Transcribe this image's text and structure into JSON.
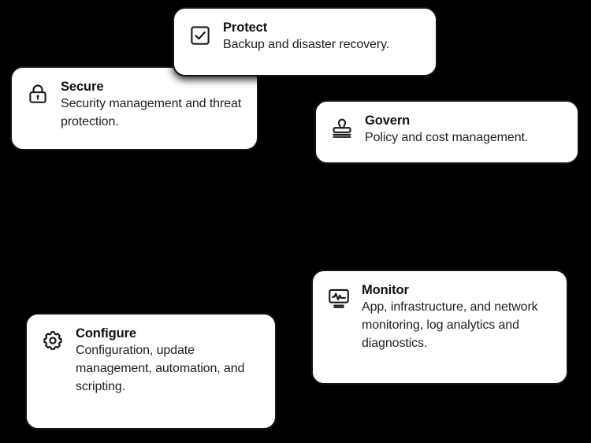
{
  "background_color": "#000000",
  "card_background_color": "#ffffff",
  "card_border_color": "#141414",
  "text_color": "#111111",
  "icon_color": "#1b1b1b",
  "cards": [
    {
      "id": "protect",
      "title": "Protect",
      "description": "Backup and disaster recovery.",
      "icon": "checkbox-check-icon"
    },
    {
      "id": "secure",
      "title": "Secure",
      "description": "Security management and threat protection.",
      "icon": "lock-icon"
    },
    {
      "id": "govern",
      "title": "Govern",
      "description": "Policy and cost management.",
      "icon": "stamp-icon"
    },
    {
      "id": "monitor",
      "title": "Monitor",
      "description": "App, infrastructure, and network monitoring, log analytics and diagnostics.",
      "icon": "monitor-pulse-icon"
    },
    {
      "id": "configure",
      "title": "Configure",
      "description": "Configuration, update management, automation, and scripting.",
      "icon": "gear-icon"
    }
  ]
}
